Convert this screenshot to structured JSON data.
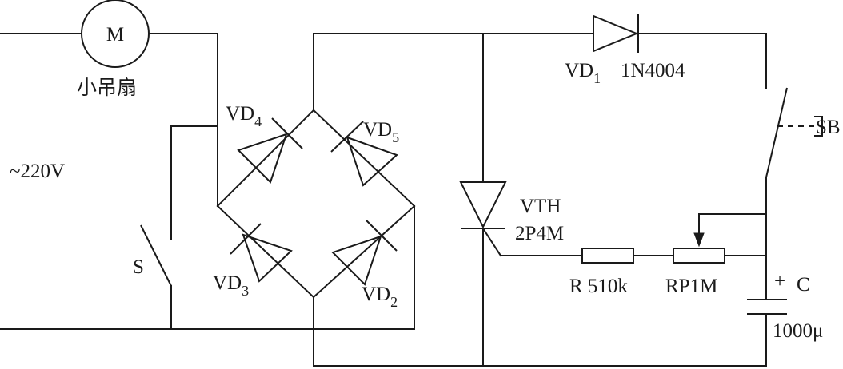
{
  "motor": {
    "symbol": "M",
    "name": "小吊扇"
  },
  "supply": {
    "label": "~220V"
  },
  "switch_s": {
    "label": "S"
  },
  "vd4": {
    "base": "VD",
    "index": "4"
  },
  "vd5": {
    "base": "VD",
    "index": "5"
  },
  "vd3": {
    "base": "VD",
    "index": "3"
  },
  "vd2": {
    "base": "VD",
    "index": "2"
  },
  "vd1": {
    "base": "VD",
    "index": "1",
    "part": "1N4004"
  },
  "thyristor": {
    "name": "VTH",
    "part": "2P4M"
  },
  "button": {
    "label": "SB"
  },
  "resistor": {
    "label": "R 510k"
  },
  "pot": {
    "label": "RP1M"
  },
  "capacitor": {
    "polarity": "+",
    "name": "C",
    "value": "1000μ"
  }
}
